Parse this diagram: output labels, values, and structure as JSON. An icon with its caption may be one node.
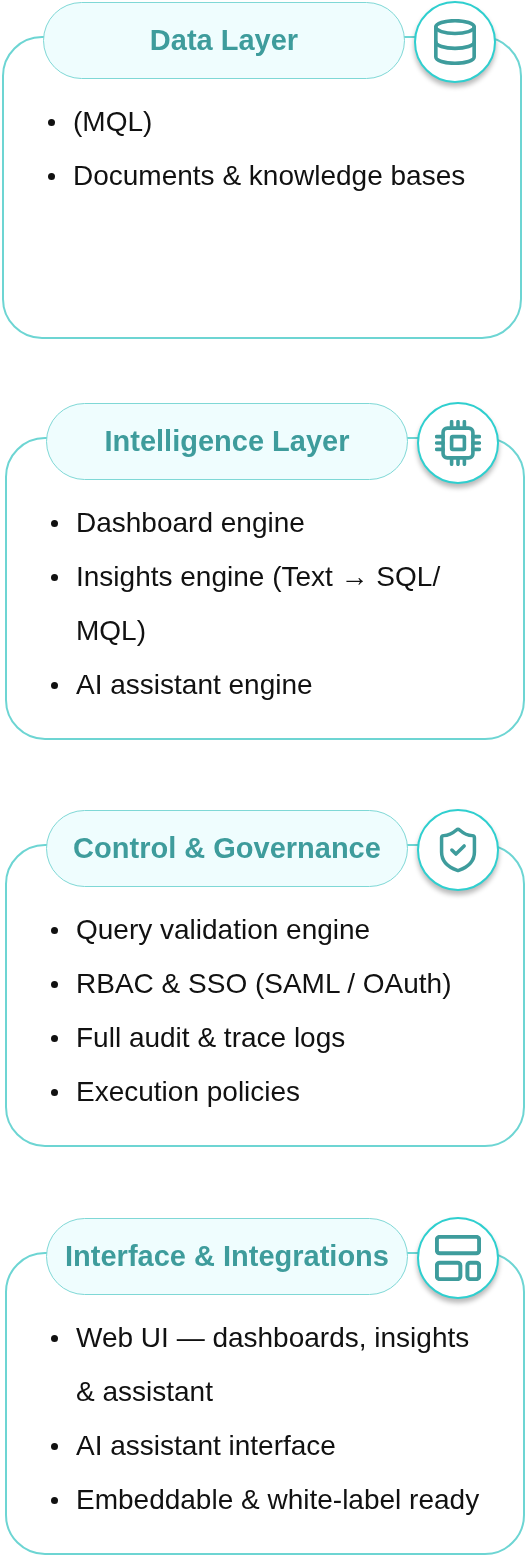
{
  "diagram": {
    "nodes": [
      {
        "text": [
          "Data Layer",
          "(MQL)",
          "Documents & knowledge bases"
        ]
      },
      {
        "text": [
          "Intelligence Layer",
          "Dashboard engine",
          "Insights engine (Text → SQL/ MQL)",
          "AI assistant engine"
        ]
      },
      {
        "text": [
          "Control & Governance",
          "Query validation engine",
          "RBAC & SSO (SAML / OAuth)",
          "Full audit & trace logs",
          "Execution policies"
        ]
      },
      {
        "text": [
          "Interface & Integrations",
          "Web UI — dashboards, insights & assistant",
          "AI assistant interface",
          "Embeddable & white-label ready"
        ]
      }
    ]
  }
}
